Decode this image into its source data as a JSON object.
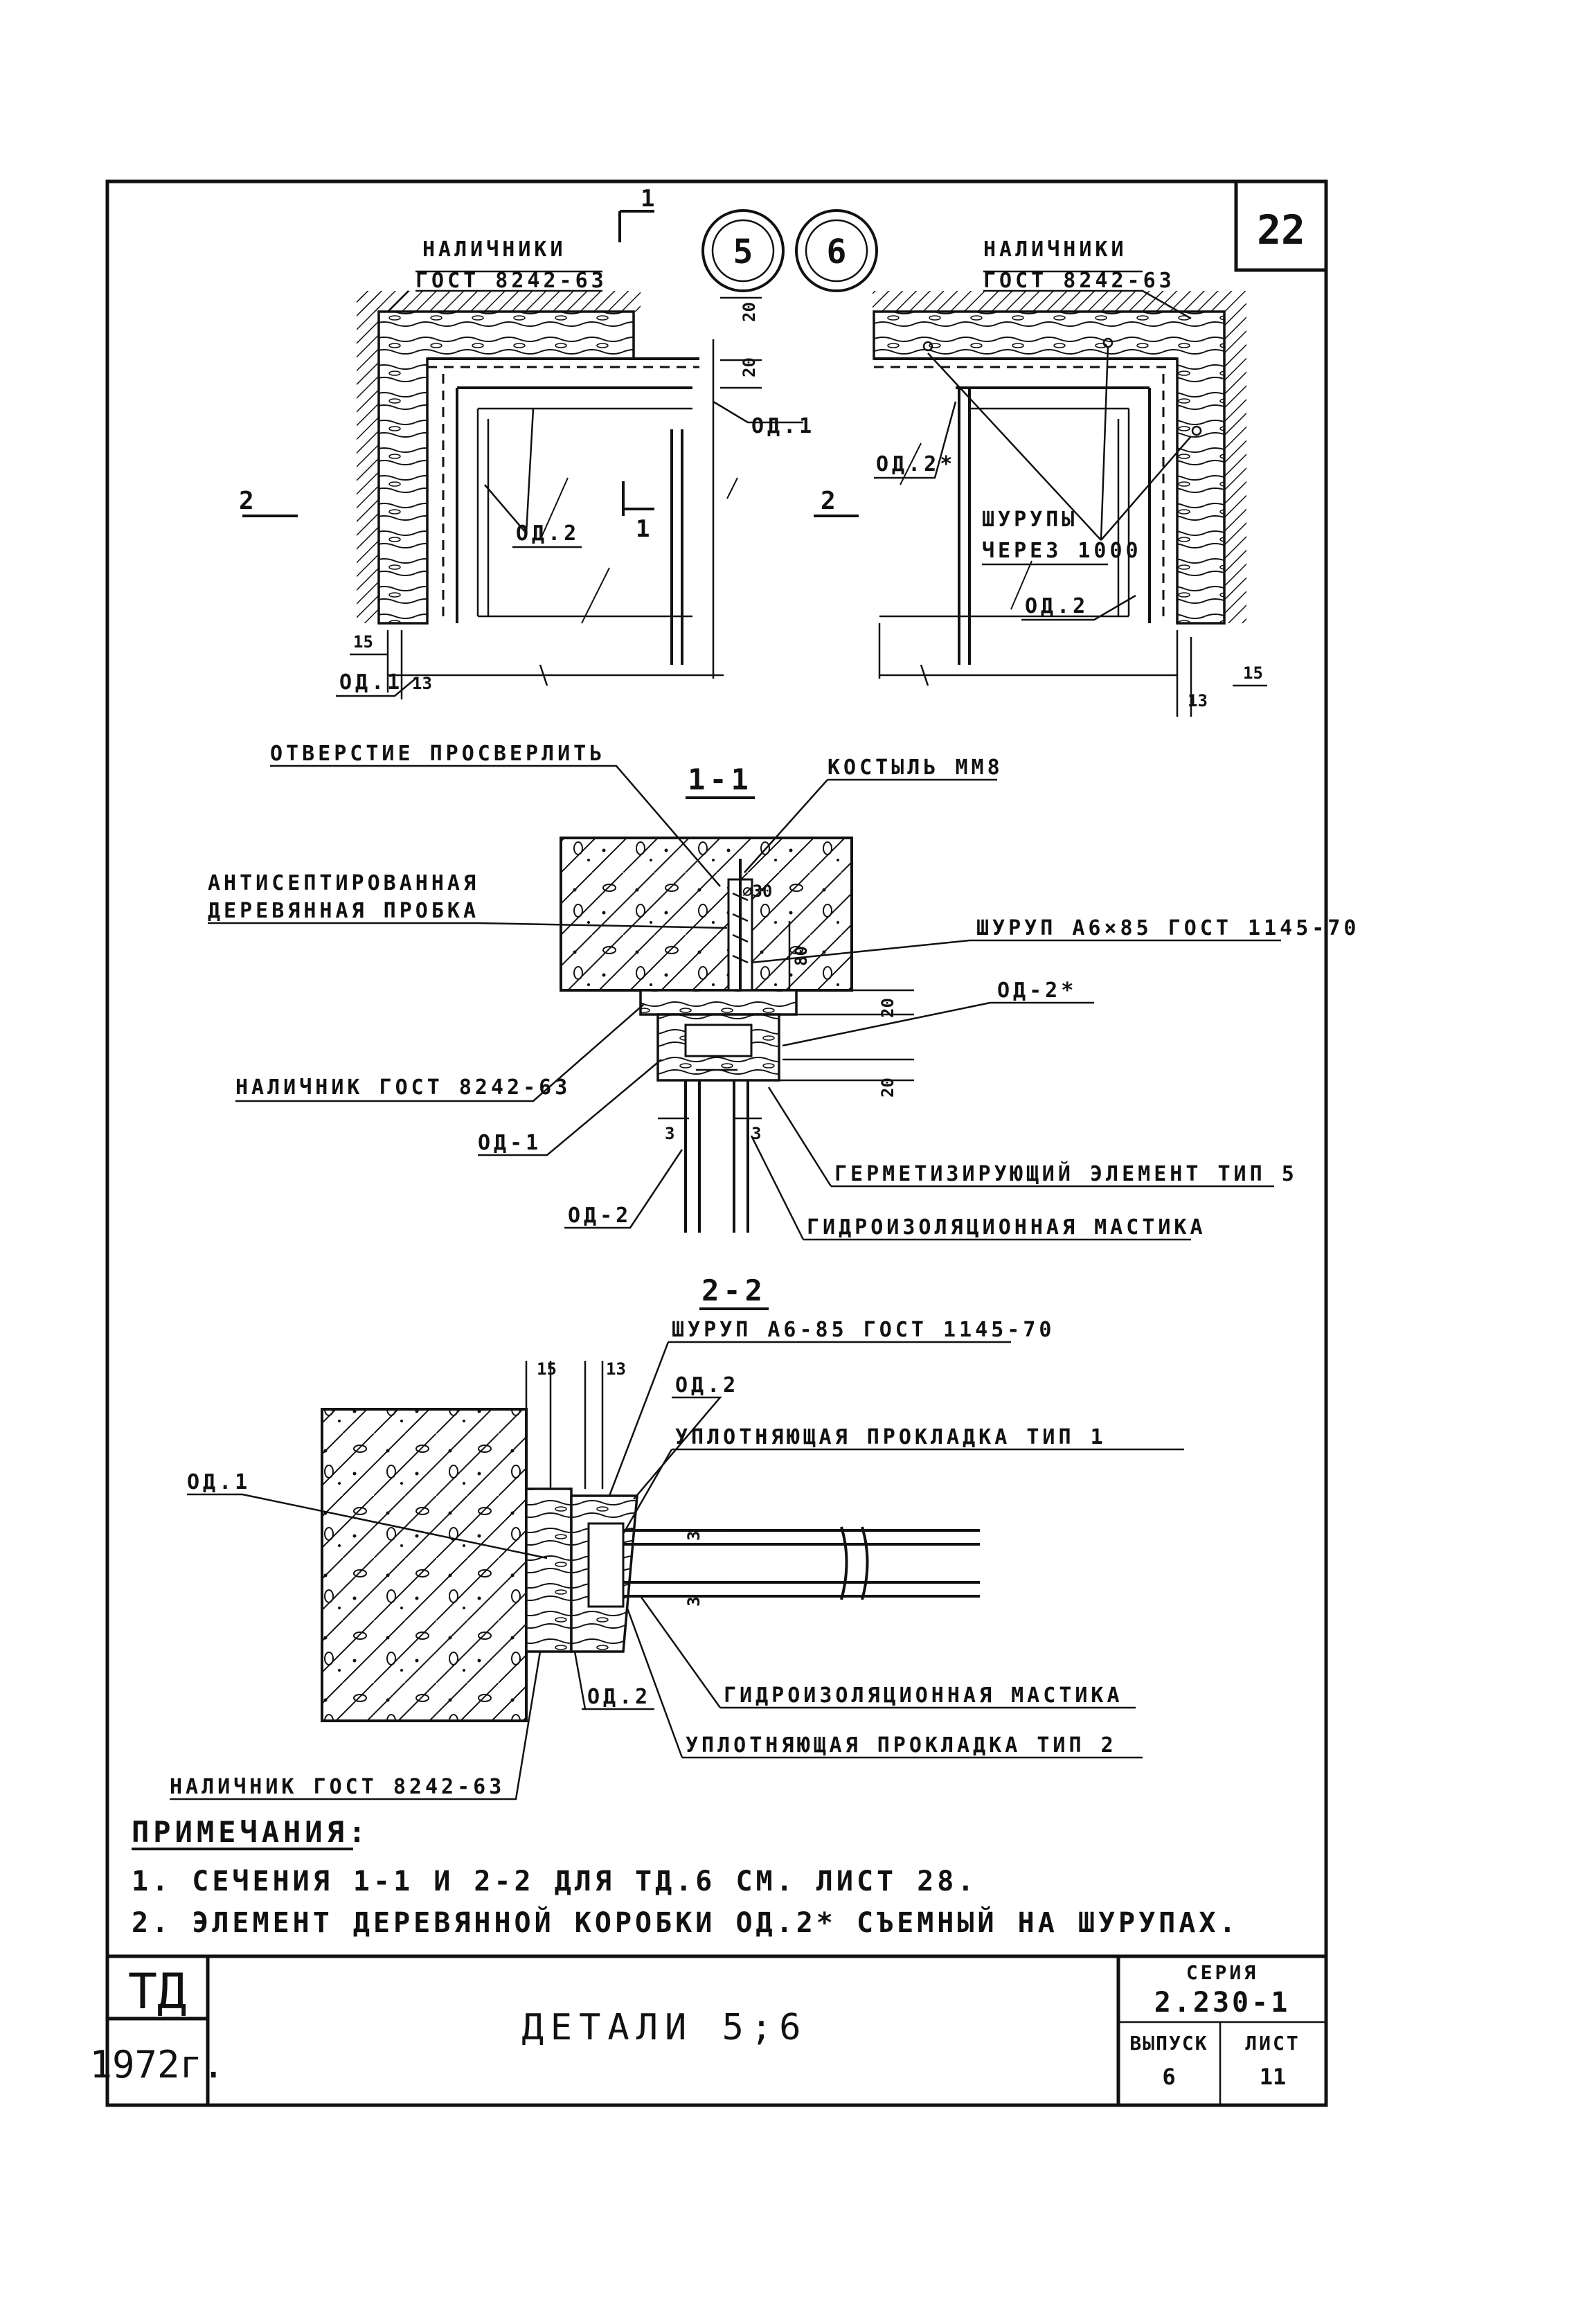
{
  "sheet_number": "22",
  "detail_markers": [
    "5",
    "6"
  ],
  "section_marks": {
    "cut1": "1",
    "cut2": "2"
  },
  "elevations": {
    "left": {
      "nalichniki": "НАЛИЧНИКИ",
      "gost": "ГОСТ 8242-63",
      "od1_top": "ОД.1",
      "od2": "ОД.2",
      "od1_bottom": "ОД.1",
      "dim_20a": "20",
      "dim_20b": "20",
      "dim_15": "15",
      "dim_13": "13"
    },
    "right": {
      "nalichniki": "НАЛИЧНИКИ",
      "gost": "ГОСТ 8242-63",
      "od2_star": "ОД.2*",
      "screws": "ШУРУПЫ",
      "screws_step": "ЧЕРЕЗ 1000",
      "od2": "ОД.2",
      "dim_15": "15",
      "dim_13": "13"
    }
  },
  "section_1_1": {
    "title": "1-1",
    "drill_hole": "ОТВЕРСТИЕ ПРОСВЕРЛИТЬ",
    "dowel": "КОСТЫЛЬ ММ8",
    "wood_plug_1": "АНТИСЕПТИРОВАННАЯ",
    "wood_plug_2": "ДЕРЕВЯННАЯ ПРОБКА",
    "screw": "ШУРУП А6×85 ГОСТ 1145-70",
    "dim_d30": "⌀30",
    "dim_80": "80",
    "od2_star": "ОД-2*",
    "dim_20a": "20",
    "dim_20b": "20",
    "casing": "НАЛИЧНИК ГОСТ 8242-63",
    "od1": "ОД-1",
    "od2": "ОД-2",
    "dim_3a": "3",
    "dim_3b": "3",
    "seal": "ГЕРМЕТИЗИРУЮЩИЙ ЭЛЕМЕНТ ТИП 5",
    "mastic": "ГИДРОИЗОЛЯЦИОННАЯ МАСТИКА"
  },
  "section_2_2": {
    "title": "2-2",
    "screw": "ШУРУП А6-85 ГОСТ 1145-70",
    "dim_15": "15",
    "dim_13": "13",
    "od2_top": "ОД.2",
    "gasket1": "УПЛОТНЯЮЩАЯ ПРОКЛАДКА ТИП 1",
    "od1": "ОД.1",
    "dim_3a": "3",
    "dim_3b": "3",
    "mastic": "ГИДРОИЗОЛЯЦИОННАЯ МАСТИКА",
    "od2_bottom": "ОД.2",
    "gasket2": "УПЛОТНЯЮЩАЯ ПРОКЛАДКА ТИП 2",
    "casing": "НАЛИЧНИК ГОСТ 8242-63"
  },
  "notes": {
    "heading": "ПРИМЕЧАНИЯ:",
    "items": [
      "1. СЕЧЕНИЯ 1-1 И 2-2 ДЛЯ ТД.6 СМ. ЛИСТ 28.",
      "2. ЭЛЕМЕНТ ДЕРЕВЯННОЙ КОРОБКИ ОД.2* СЪЕМНЫЙ НА ШУРУПАХ."
    ]
  },
  "title_block": {
    "code": "ТД",
    "year": "1972г.",
    "title": "ДЕТАЛИ 5;6",
    "series_label": "СЕРИЯ",
    "series_value": "2.230-1",
    "issue_label": "ВЫПУСК",
    "issue_value": "6",
    "sheet_label": "ЛИСТ",
    "sheet_value": "11"
  }
}
